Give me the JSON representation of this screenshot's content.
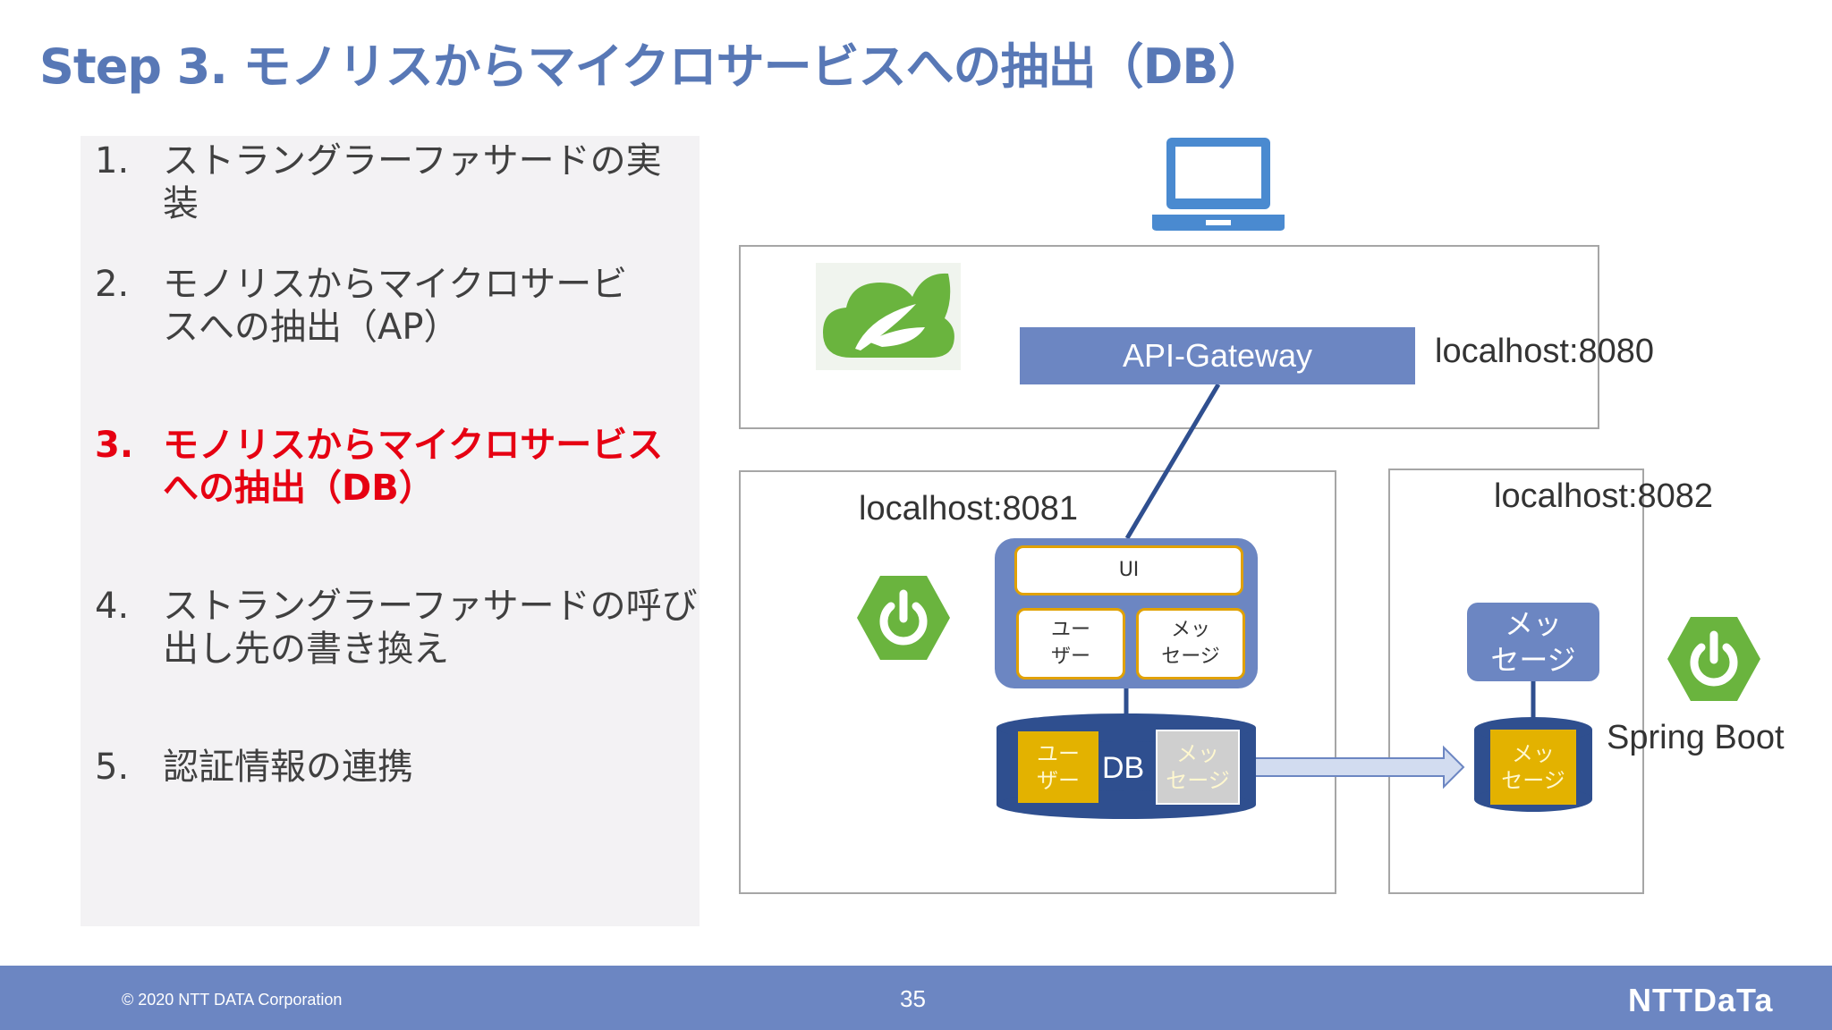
{
  "slide": {
    "title": "Step 3. モノリスからマイクロサービスへの抽出（DB）"
  },
  "agenda": {
    "items": [
      {
        "num": "1.",
        "text": "ストラングラーファサードの実装",
        "active": false
      },
      {
        "num": "2.",
        "text": "モノリスからマイクロサービスへの抽出（AP）",
        "active": false
      },
      {
        "num": "3.",
        "text": "モノリスからマイクロサービスへの抽出（DB）",
        "active": true
      },
      {
        "num": "4.",
        "text": "ストラングラーファサードの呼び出し先の書き換え",
        "active": false
      },
      {
        "num": "5.",
        "text": "認証情報の連携",
        "active": false
      }
    ]
  },
  "diagram": {
    "gateway": {
      "label": "API-Gateway",
      "host": "localhost:8080"
    },
    "monolith": {
      "host": "localhost:8081",
      "ui_label": "UI",
      "user_module": "ユー\nザー",
      "message_module": "メッ\nセージ",
      "db_label": "DB",
      "db_user_table": "ユー\nザー",
      "db_message_table": "メッ\nセージ"
    },
    "microservice": {
      "host": "localhost:8082",
      "service_label": "メッ\nセージ",
      "db_table": "メッ\nセージ",
      "framework_label": "Spring Boot"
    },
    "colors": {
      "primary": "#6c86c2",
      "db": "#2f4f8f",
      "table_yellow": "#e3b200",
      "table_gray": "#cfcfcf",
      "spring_green": "#6ab43e",
      "laptop_blue": "#4a8ad0",
      "active_red": "#e60012"
    },
    "icons": [
      "laptop-icon",
      "spring-cloud-icon",
      "spring-boot-icon"
    ]
  },
  "footer": {
    "copyright": "© 2020 NTT DATA Corporation",
    "page": "35",
    "brand": "NTTDaTa"
  }
}
